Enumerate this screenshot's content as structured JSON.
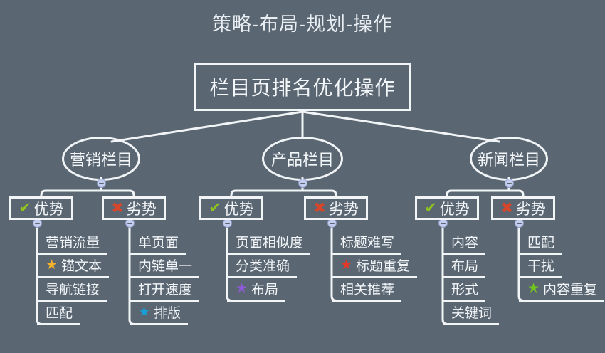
{
  "title": "策略-布局-规划-操作",
  "root_label": "栏目页排名优化操作",
  "colors": {
    "background": "#5a6672",
    "line": "#f2f5f8",
    "check_green": "#8dc220",
    "cross_red": "#d7452a",
    "star_gold": "#f3b229",
    "star_blue": "#18a0d6",
    "star_purple": "#9059d8",
    "star_red": "#e33a27",
    "star_green": "#72c41e",
    "toggle_fill": "#c3cdf0"
  },
  "branches": [
    {
      "label": "营销栏目",
      "pros": {
        "label": "优势",
        "items": [
          {
            "text": "营销流量"
          },
          {
            "text": "锚文本",
            "star": "gold"
          },
          {
            "text": "导航链接"
          },
          {
            "text": "匹配"
          }
        ]
      },
      "cons": {
        "label": "劣势",
        "items": [
          {
            "text": "单页面"
          },
          {
            "text": "内链单一"
          },
          {
            "text": "打开速度"
          },
          {
            "text": "排版",
            "star": "blue"
          }
        ]
      }
    },
    {
      "label": "产品栏目",
      "pros": {
        "label": "优势",
        "items": [
          {
            "text": "页面相似度"
          },
          {
            "text": "分类准确"
          },
          {
            "text": "布局",
            "star": "purple"
          }
        ]
      },
      "cons": {
        "label": "劣势",
        "items": [
          {
            "text": "标题难写"
          },
          {
            "text": "标题重复",
            "star": "red"
          },
          {
            "text": "相关推荐"
          }
        ]
      }
    },
    {
      "label": "新闻栏目",
      "pros": {
        "label": "优势",
        "items": [
          {
            "text": "内容"
          },
          {
            "text": "布局"
          },
          {
            "text": "形式"
          },
          {
            "text": "关键词"
          }
        ]
      },
      "cons": {
        "label": "劣势",
        "items": [
          {
            "text": "匹配"
          },
          {
            "text": "干扰"
          },
          {
            "text": "内容重复",
            "star": "green"
          }
        ]
      }
    }
  ]
}
